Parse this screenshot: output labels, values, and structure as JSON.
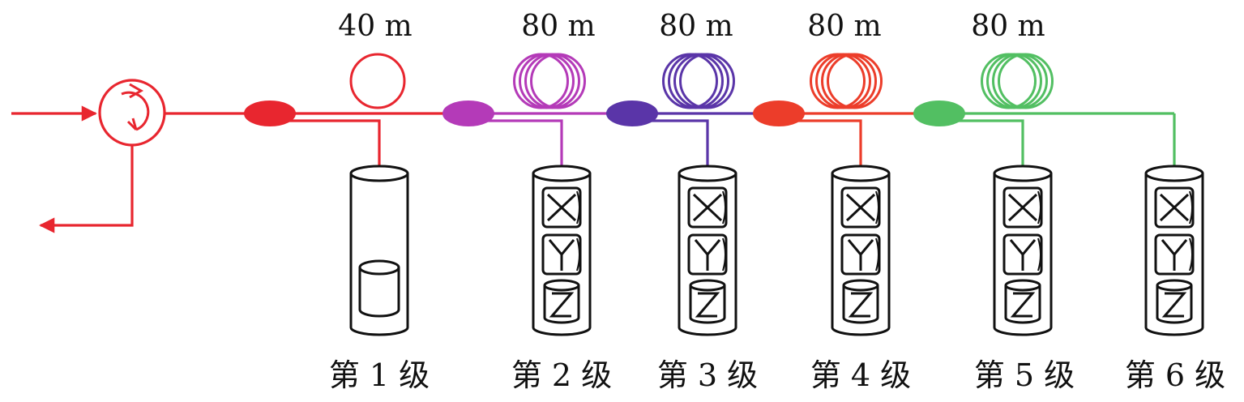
{
  "colors": {
    "input": "#e8262f",
    "stage1": "#e8262f",
    "stage2": "#b43ab8",
    "stage3": "#5a35a8",
    "stage4": "#ec3d2a",
    "stage5": "#52bf62",
    "stage6": "#52bf62"
  },
  "fiber_lengths": [
    "40 m",
    "80 m",
    "80 m",
    "80 m",
    "80 m"
  ],
  "stages": [
    {
      "label": "第 1 级",
      "sensor": "single-cylinder"
    },
    {
      "label": "第 2 级",
      "sensor": "xyz",
      "axes": [
        "X",
        "Y",
        "Z"
      ]
    },
    {
      "label": "第 3 级",
      "sensor": "xyz",
      "axes": [
        "X",
        "Y",
        "Z"
      ]
    },
    {
      "label": "第 4 级",
      "sensor": "xyz",
      "axes": [
        "X",
        "Y",
        "Z"
      ]
    },
    {
      "label": "第 5 级",
      "sensor": "xyz",
      "axes": [
        "X",
        "Y",
        "Z"
      ]
    },
    {
      "label": "第 6 级",
      "sensor": "xyz",
      "axes": [
        "X",
        "Y",
        "Z"
      ]
    }
  ],
  "icons": {
    "input": "arrow-right-icon",
    "output": "arrow-left-icon",
    "circulator": "circulator-icon",
    "coupler": "coupler-icon",
    "coil": "fiber-coil-icon",
    "hydrophone": "hydrophone-icon"
  }
}
